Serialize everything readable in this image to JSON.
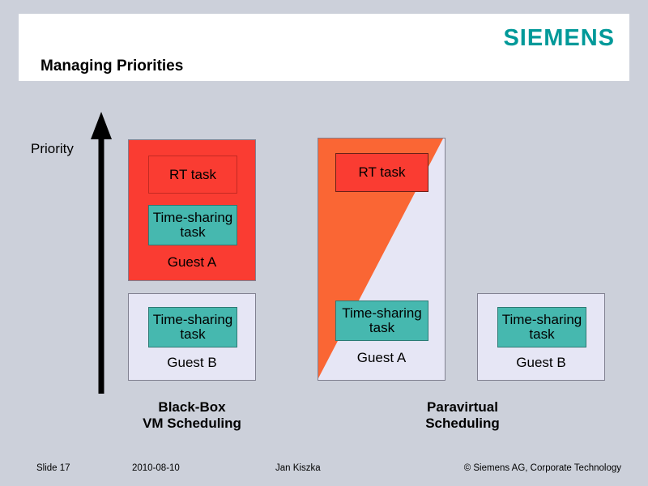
{
  "header": {
    "logo_text": "SIEMENS",
    "logo_color": "#009999",
    "title": "Managing Priorities"
  },
  "axis": {
    "label": "Priority",
    "direction": "up"
  },
  "diagram": {
    "columns": [
      {
        "caption_line1": "Black-Box",
        "caption_line2": "VM Scheduling",
        "boxes": [
          {
            "name": "guest-a",
            "label": "Guest A",
            "fill": "#fa3c32",
            "tasks": [
              {
                "name": "rt-task",
                "label": "RT task",
                "fill": "transparent"
              },
              {
                "name": "time-sharing-task",
                "label": "Time-sharing\ntask",
                "fill": "#46b8af"
              }
            ]
          },
          {
            "name": "guest-b",
            "label": "Guest B",
            "fill": "#e6e6f5",
            "tasks": [
              {
                "name": "time-sharing-task",
                "label": "Time-sharing\ntask",
                "fill": "#46b8af"
              }
            ]
          }
        ]
      },
      {
        "caption_line1": "Paravirtual",
        "caption_line2": "Scheduling",
        "boxes": [
          {
            "name": "guest-a",
            "label": "Guest A",
            "fill": "#e6e6f5",
            "overlay": {
              "shape": "triangle",
              "fill": "#fa6634"
            },
            "tasks": [
              {
                "name": "rt-task",
                "label": "RT task",
                "fill": "#fa3c32"
              },
              {
                "name": "time-sharing-task",
                "label": "Time-sharing\ntask",
                "fill": "#46b8af"
              }
            ]
          },
          {
            "name": "guest-b",
            "label": "Guest B",
            "fill": "#e6e6f5",
            "tasks": [
              {
                "name": "time-sharing-task",
                "label": "Time-sharing\ntask",
                "fill": "#46b8af"
              }
            ]
          }
        ]
      }
    ],
    "labels": {
      "rt_task": "RT task",
      "time_sharing_task_line1": "Time-sharing",
      "time_sharing_task_line2": "task",
      "guest_a": "Guest A",
      "guest_b": "Guest B"
    }
  },
  "footer": {
    "slide_number": "Slide 17",
    "date": "2010-08-10",
    "author": "Jan Kiszka",
    "copyright": "© Siemens AG, Corporate Technology"
  }
}
